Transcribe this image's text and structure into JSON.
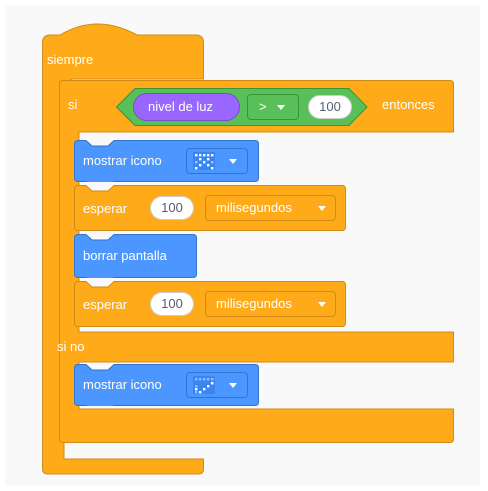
{
  "forever": {
    "label": "siempre"
  },
  "if_else": {
    "if_label": "si",
    "then_label": "entonces",
    "else_label": "si no",
    "condition": {
      "sensor_label": "nivel de luz",
      "operator": ">",
      "value": "100"
    }
  },
  "then_blocks": {
    "show_icon_label": "mostrar icono",
    "wait_1": {
      "label": "esperar",
      "value": "100",
      "unit": "milisegundos"
    },
    "clear_label": "borrar pantalla",
    "wait_2": {
      "label": "esperar",
      "value": "100",
      "unit": "milisegundos"
    }
  },
  "else_blocks": {
    "show_icon_label": "mostrar icono"
  },
  "colors": {
    "control": "#ffab19",
    "display": "#4c97ff",
    "sensor": "#9966ff",
    "operator": "#59c059",
    "workspace": "#f9f9fa"
  },
  "icons": {
    "then_icon": "x-pattern-led-matrix-icon",
    "else_icon": "diagonal-pattern-led-matrix-icon"
  }
}
